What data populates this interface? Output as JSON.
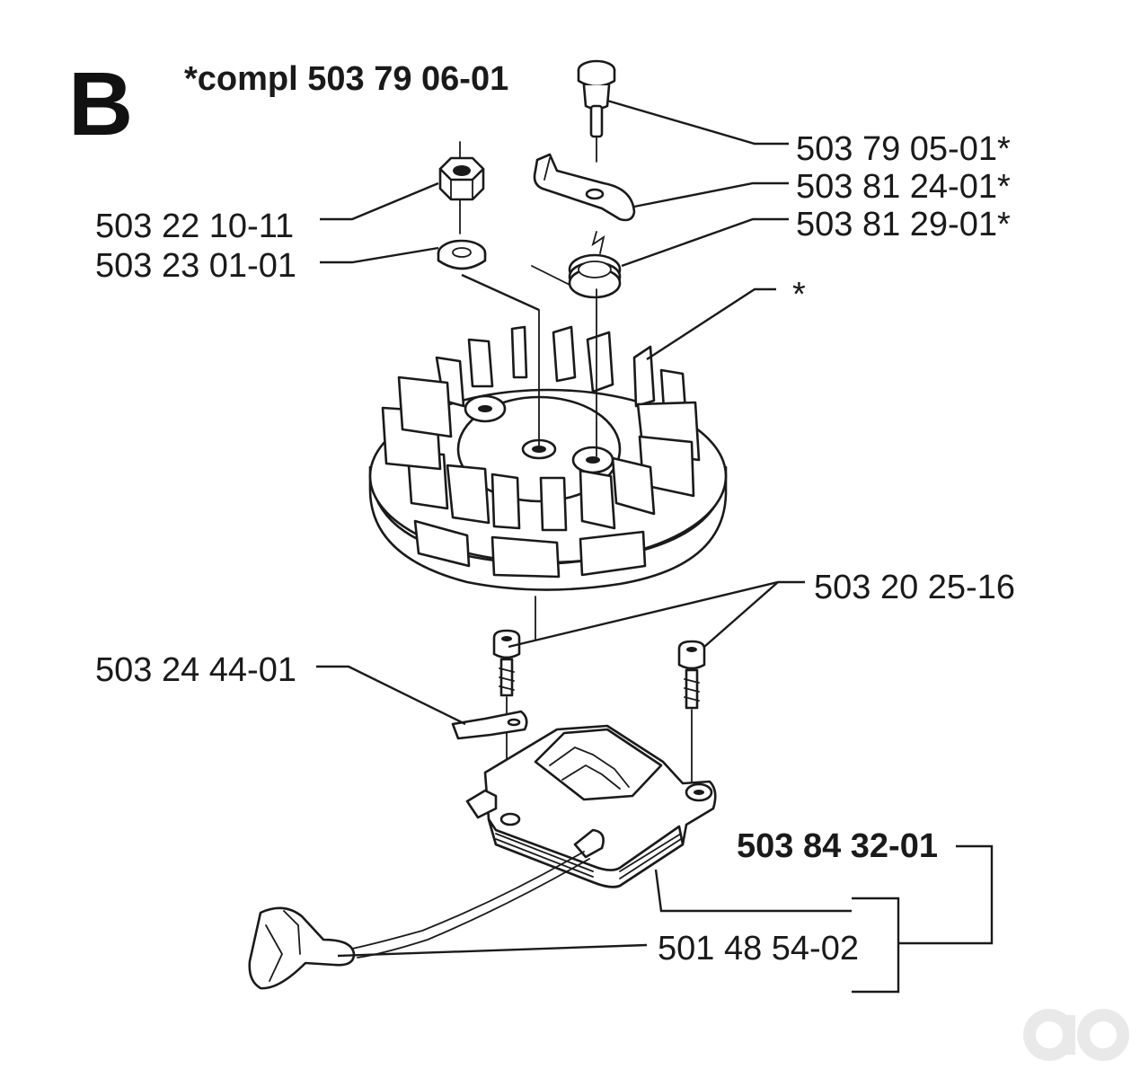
{
  "section_letter": "B",
  "kit_label": "*compl 503 79 06-01",
  "parts": {
    "pawl_pin": "503 79 05-01*",
    "pawl": "503 81 24-01*",
    "pawl_spring": "503 81 29-01*",
    "nut": "503 22 10-11",
    "washer": "503 23 01-01",
    "flywheel": "*",
    "screws": "503 20 25-16",
    "cable_lug": "503 24 44-01",
    "ignition_module": "503 84 32-01",
    "spark_plug_cap": "501 48 54-02"
  },
  "watermark": "ao"
}
